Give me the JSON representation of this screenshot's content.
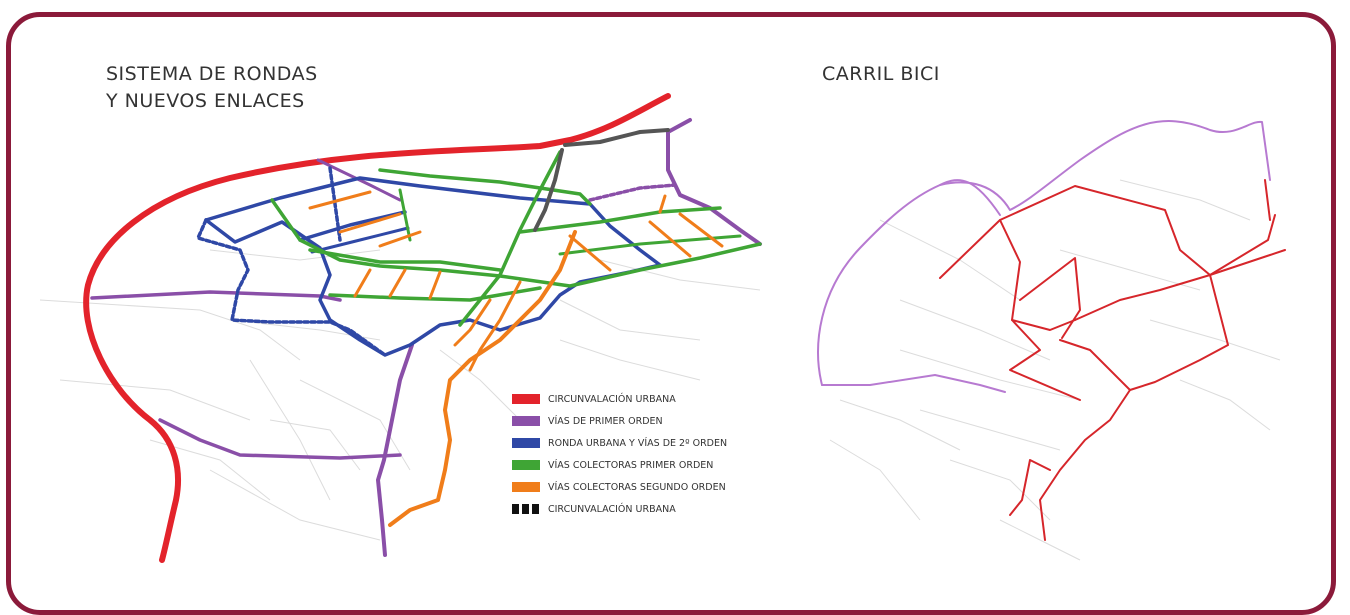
{
  "titles": {
    "left_line1": "SISTEMA DE RONDAS",
    "left_line2": "Y NUEVOS ENLACES",
    "right": "CARRIL BICI"
  },
  "legend": [
    {
      "label": "CIRCUNVALACIÓN URBANA",
      "color": "#e3232b",
      "style": "solid"
    },
    {
      "label": "VÍAS DE PRIMER ORDEN",
      "color": "#8a4fa8",
      "style": "solid"
    },
    {
      "label": "RONDA URBANA Y VÍAS DE 2º ORDEN",
      "color": "#2f48a6",
      "style": "solid"
    },
    {
      "label": "VÍAS COLECTORAS PRIMER ORDEN",
      "color": "#3fa535",
      "style": "solid"
    },
    {
      "label": "VÍAS COLECTORAS SEGUNDO ORDEN",
      "color": "#f07d1a",
      "style": "solid"
    },
    {
      "label": "CIRCUNVALACIÓN URBANA",
      "color": "#111111",
      "style": "dashed"
    }
  ],
  "colors": {
    "frame": "#8b1a3a",
    "red": "#e3232b",
    "purple": "#8a4fa8",
    "blue": "#2f48a6",
    "green": "#3fa535",
    "orange": "#f07d1a",
    "grey": "#555555",
    "bike_lane": "#d6262b",
    "bike_ring": "#b77ad1"
  }
}
